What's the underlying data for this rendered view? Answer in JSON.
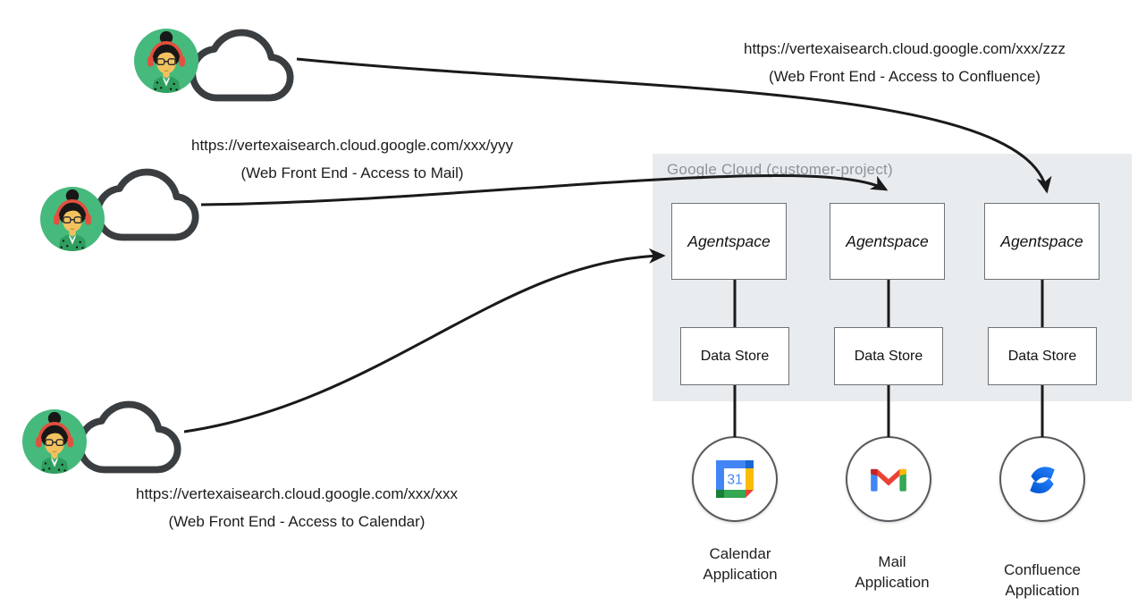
{
  "users": [
    {
      "name": "confluence-user",
      "url": "https://vertexaisearch.cloud.google.com/xxx/zzz",
      "caption": "(Web Front End - Access to Confluence)"
    },
    {
      "name": "mail-user",
      "url": "https://vertexaisearch.cloud.google.com/xxx/yyy",
      "caption": "(Web Front End - Access to Mail)"
    },
    {
      "name": "calendar-user",
      "url": "https://vertexaisearch.cloud.google.com/xxx/xxx",
      "caption": "(Web Front End - Access to Calendar)"
    }
  ],
  "cloud_container": {
    "title": "Google Cloud (customer-project)"
  },
  "columns": [
    {
      "agent_label": "Agentspace",
      "datastore_label": "Data Store",
      "app_icon": "google-calendar-icon",
      "app_line1": "Calendar",
      "app_line2": "Application"
    },
    {
      "agent_label": "Agentspace",
      "datastore_label": "Data Store",
      "app_icon": "gmail-icon",
      "app_line1": "Mail",
      "app_line2": "Application"
    },
    {
      "agent_label": "Agentspace",
      "datastore_label": "Data Store",
      "app_icon": "confluence-icon",
      "app_line1": "Confluence",
      "app_line2": "Application"
    }
  ],
  "icons": {
    "calendar_day": "31"
  },
  "colors": {
    "google_blue": "#4285f4",
    "google_dark_blue": "#1967d2",
    "google_red": "#ea4335",
    "google_dark_red": "#c5221f",
    "google_yellow": "#fbbc04",
    "google_green": "#34a853",
    "google_dark_green": "#188038",
    "confluence_blue_start": "#0052cc",
    "confluence_blue_end": "#2684ff",
    "container_background": "#e8ecef",
    "container_title_gray": "#8d949a",
    "avatar_green": "#46b97d",
    "cloud_outline_gray": "#3a3e41",
    "arrow_black": "#1a1a1a"
  }
}
